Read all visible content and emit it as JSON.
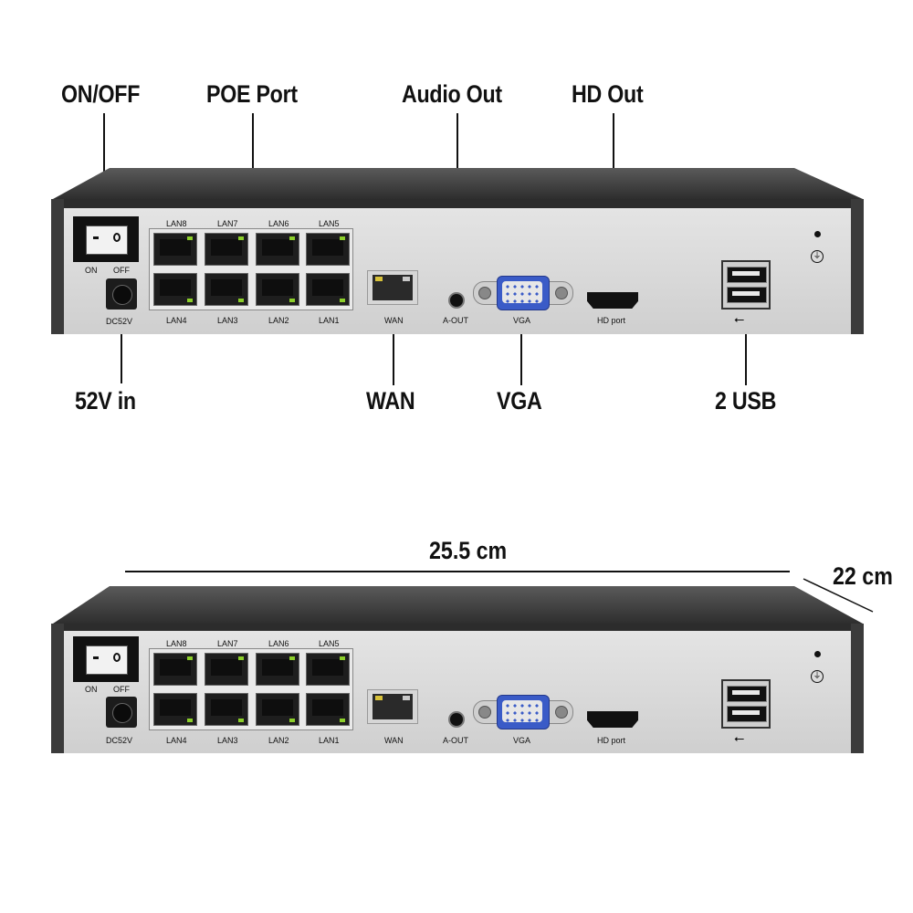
{
  "callouts": {
    "on_off": "ON/OFF",
    "poe_port": "POE Port",
    "audio_out": "Audio Out",
    "hd_out": "HD Out",
    "power_in": "52V in",
    "wan": "WAN",
    "vga": "VGA",
    "usb": "2 USB"
  },
  "dimensions": {
    "width": "25.5 cm",
    "depth": "22 cm"
  },
  "panel_labels": {
    "on": "ON",
    "off": "OFF",
    "dc": "DC52V",
    "lan_top": [
      "LAN8",
      "LAN7",
      "LAN6",
      "LAN5"
    ],
    "lan_bottom": [
      "LAN4",
      "LAN3",
      "LAN2",
      "LAN1"
    ],
    "wan": "WAN",
    "audio": "A-OUT",
    "vga": "VGA",
    "hd": "HD port"
  },
  "colors": {
    "chassis_top": "#3f3f3f",
    "panel_face": "#dcdcdc",
    "vga_blue": "#3a5bc7",
    "led_green": "#8ccf2a"
  },
  "icons": [
    "power-switch-icon",
    "dc-jack-icon",
    "rj45-port-icon",
    "audio-jack-icon",
    "vga-connector-icon",
    "hdmi-port-icon",
    "usb-port-icon",
    "usb-symbol-icon",
    "ground-symbol-icon"
  ]
}
